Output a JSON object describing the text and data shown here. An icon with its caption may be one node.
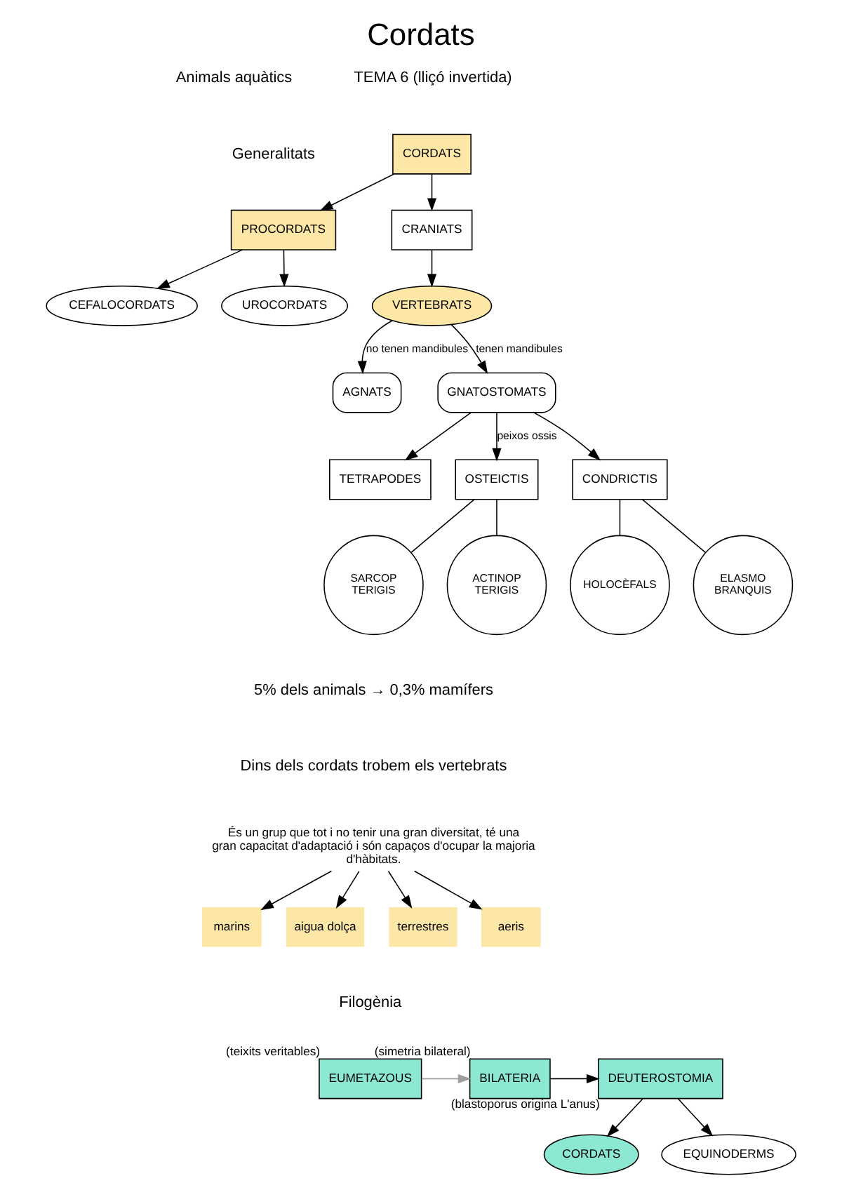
{
  "diagram": {
    "title": "Cordats",
    "nodes": [
      {
        "text": [
          "CORDATS"
        ]
      },
      {
        "text": [
          "PROCORDATS"
        ]
      },
      {
        "text": [
          "CRANIATS"
        ]
      },
      {
        "text": [
          "CEFALOCORDATS"
        ]
      },
      {
        "text": [
          "UROCORDATS"
        ]
      },
      {
        "text": [
          "VERTEBRATS"
        ]
      },
      {
        "text": [
          "AGNATS"
        ]
      },
      {
        "text": [
          "GNATOSTOMATS"
        ]
      },
      {
        "text": [
          "TETRAPODES"
        ]
      },
      {
        "text": [
          "OSTEICTIS"
        ]
      },
      {
        "text": [
          "CONDRICTIS"
        ]
      },
      {
        "text": [
          "SARCOP TERIGIS"
        ]
      },
      {
        "text": [
          "ACTINOP TERIGIS"
        ]
      },
      {
        "text": [
          "HOLOCÈFALS"
        ]
      },
      {
        "text": [
          "ELASMO BRANQUIS"
        ]
      },
      {
        "text": [
          "És un grup que tot i no tenir una gran diversitat, té una gran capacitat d'adaptació i són capaços d'ocupar la majoria d'hàbitats."
        ]
      },
      {
        "text": [
          "marins"
        ]
      },
      {
        "text": [
          "aigua dolça"
        ]
      },
      {
        "text": [
          "terrestres"
        ]
      },
      {
        "text": [
          "aeris"
        ]
      },
      {
        "text": [
          "EUMETAZOUS"
        ],
        "beside": [
          "(teixits veritables)"
        ]
      },
      {
        "text": [
          "BILATERIA"
        ],
        "beside": [
          "(simetria bilateral)"
        ]
      },
      {
        "text": [
          "DEUTEROSTOMIA"
        ],
        "beside": [
          "(blastoporus origina L'anus)"
        ]
      },
      {
        "text": [
          "CORDATS"
        ]
      },
      {
        "text": [
          "EQUINODERMS"
        ]
      }
    ],
    "edges": [
      {
        "from": 0,
        "to": 1,
        "arrow": "to"
      },
      {
        "from": 0,
        "to": 2,
        "arrow": "to"
      },
      {
        "from": 1,
        "to": 3,
        "arrow": "to"
      },
      {
        "from": 1,
        "to": 4,
        "arrow": "to"
      },
      {
        "from": 2,
        "to": 5,
        "arrow": "to"
      },
      {
        "from": 5,
        "to": 6,
        "arrow": "to",
        "label": "no tenen mandibules"
      },
      {
        "from": 5,
        "to": 7,
        "arrow": "to",
        "label": "tenen mandibules"
      },
      {
        "from": 7,
        "to": 8,
        "arrow": "to"
      },
      {
        "from": 7,
        "to": 9,
        "arrow": "to",
        "label": "peixos ossis"
      },
      {
        "from": 7,
        "to": 10,
        "arrow": "to"
      },
      {
        "from": 9,
        "to": 11,
        "arrow": "none"
      },
      {
        "from": 9,
        "to": 12,
        "arrow": "none"
      },
      {
        "from": 10,
        "to": 13,
        "arrow": "none"
      },
      {
        "from": 10,
        "to": 14,
        "arrow": "none"
      },
      {
        "from": 15,
        "to": 16,
        "arrow": "to"
      },
      {
        "from": 15,
        "to": 17,
        "arrow": "to"
      },
      {
        "from": 15,
        "to": 18,
        "arrow": "to"
      },
      {
        "from": 15,
        "to": 19,
        "arrow": "to"
      },
      {
        "from": 20,
        "to": 21,
        "arrow": "to",
        "color": "#9e9e9e"
      },
      {
        "from": 21,
        "to": 22,
        "arrow": "to"
      },
      {
        "from": 22,
        "to": 23,
        "arrow": "to"
      },
      {
        "from": 22,
        "to": 24,
        "arrow": "to"
      }
    ],
    "labels": [
      "Animals aquàtics",
      "TEMA 6 (lliçó invertida)",
      "Generalitats",
      "5% dels animals → 0,3% mamífers",
      "Dins dels cordats trobem els vertebrats",
      "Filogènia"
    ]
  }
}
